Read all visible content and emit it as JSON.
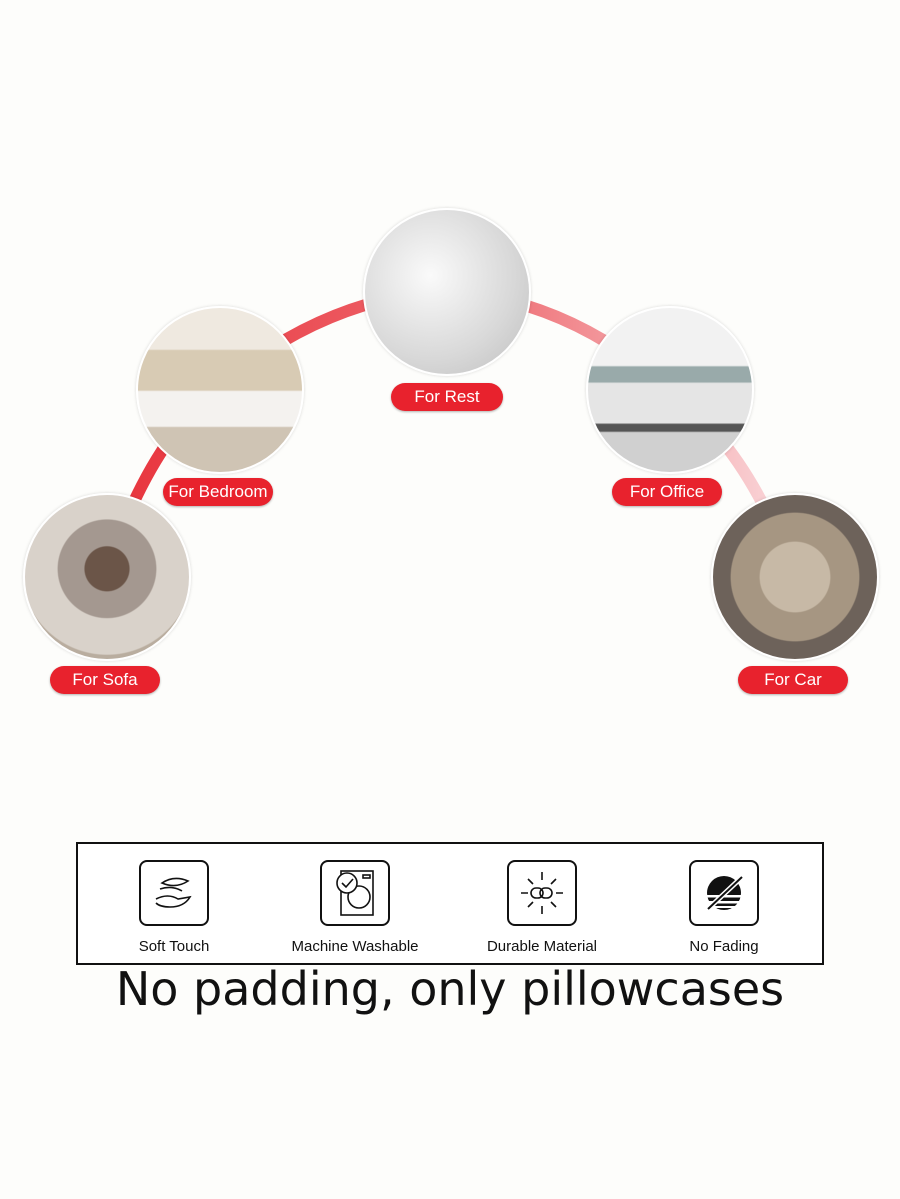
{
  "uses": [
    {
      "label": "For Sofa",
      "image": "sofa-photo"
    },
    {
      "label": "For Bedroom",
      "image": "bedroom-photo"
    },
    {
      "label": "For Rest",
      "image": "pillows-photo"
    },
    {
      "label": "For Office",
      "image": "office-photo"
    },
    {
      "label": "For Car",
      "image": "car-seat-photo"
    }
  ],
  "features": [
    {
      "label": "Soft Touch",
      "icon": "feather-hand-icon"
    },
    {
      "label": "Machine Washable",
      "icon": "washing-machine-icon"
    },
    {
      "label": "Durable Material",
      "icon": "chain-link-icon"
    },
    {
      "label": "No Fading",
      "icon": "no-fading-icon"
    }
  ],
  "tagline": "No padding, only pillowcases",
  "colors": {
    "accent": "#e8222d",
    "arc_end": "#f7c9cc"
  }
}
